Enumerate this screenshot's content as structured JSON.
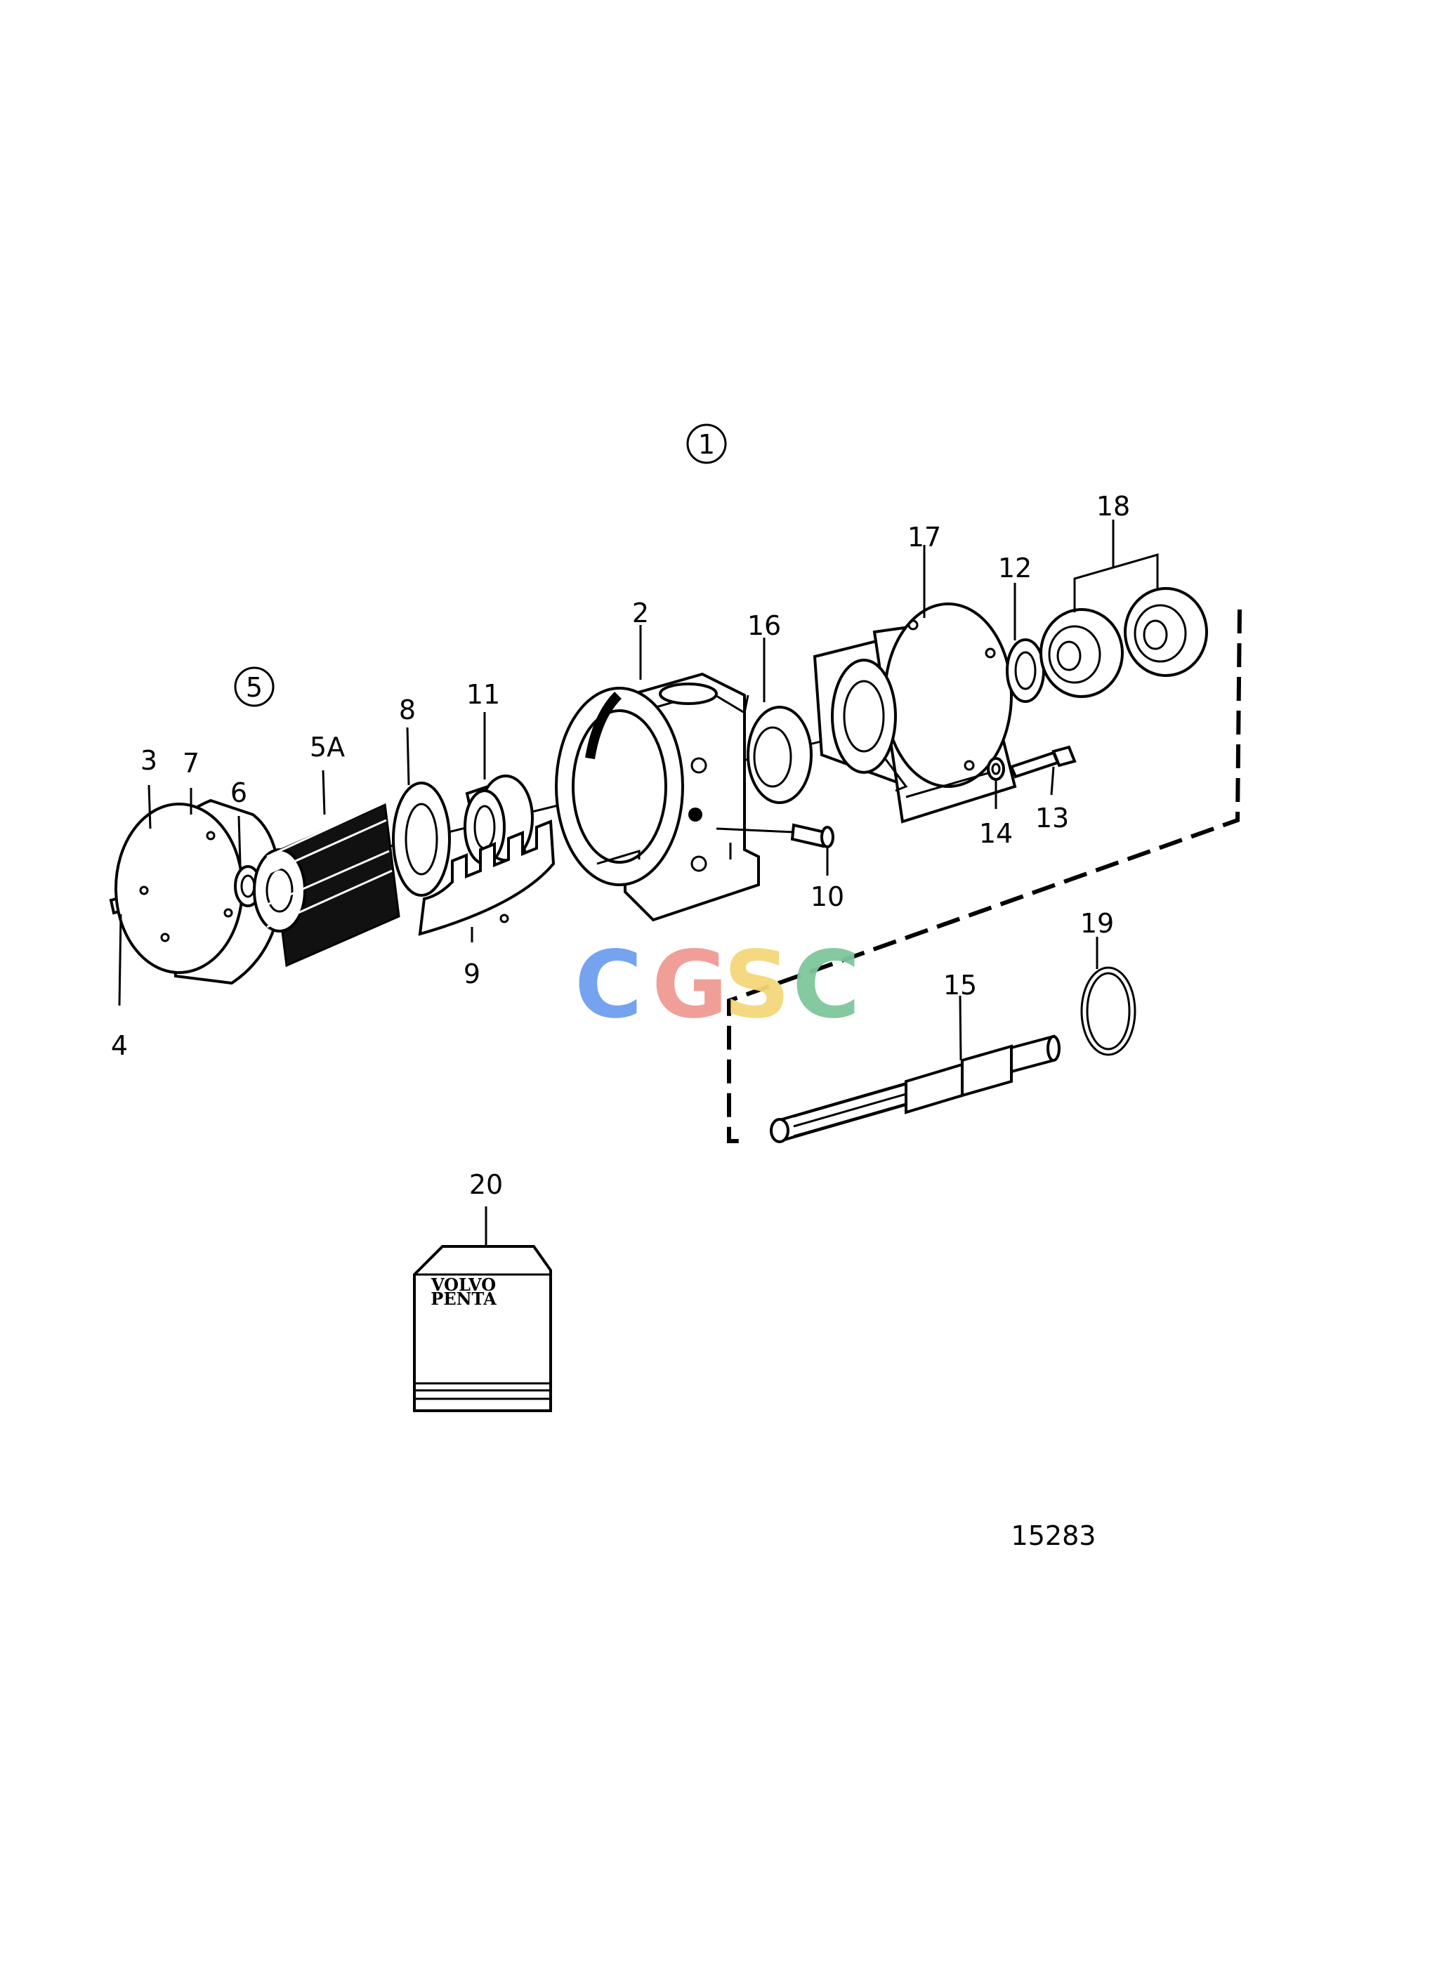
{
  "diagram": {
    "group_markers": {
      "assembly": "1",
      "impeller_kit": "5"
    },
    "labels": {
      "p2": "2",
      "p3": "3",
      "p4": "4",
      "p5a": "5A",
      "p6": "6",
      "p7": "7",
      "p8": "8",
      "p9": "9",
      "p10": "10",
      "p11": "11",
      "p12": "12",
      "p13": "13",
      "p14": "14",
      "p15": "15",
      "p16": "16",
      "p17": "17",
      "p18": "18",
      "p19": "19",
      "p20": "20"
    },
    "drawing_number": "15283",
    "booklet_brand": {
      "line1": "VOLVO",
      "line2": "PENTA"
    },
    "watermark": {
      "letters": [
        "C",
        "G",
        "S",
        "C"
      ],
      "colors": [
        "#6f9ff0",
        "#f09a93",
        "#f5d77a",
        "#7fc79d"
      ]
    }
  }
}
